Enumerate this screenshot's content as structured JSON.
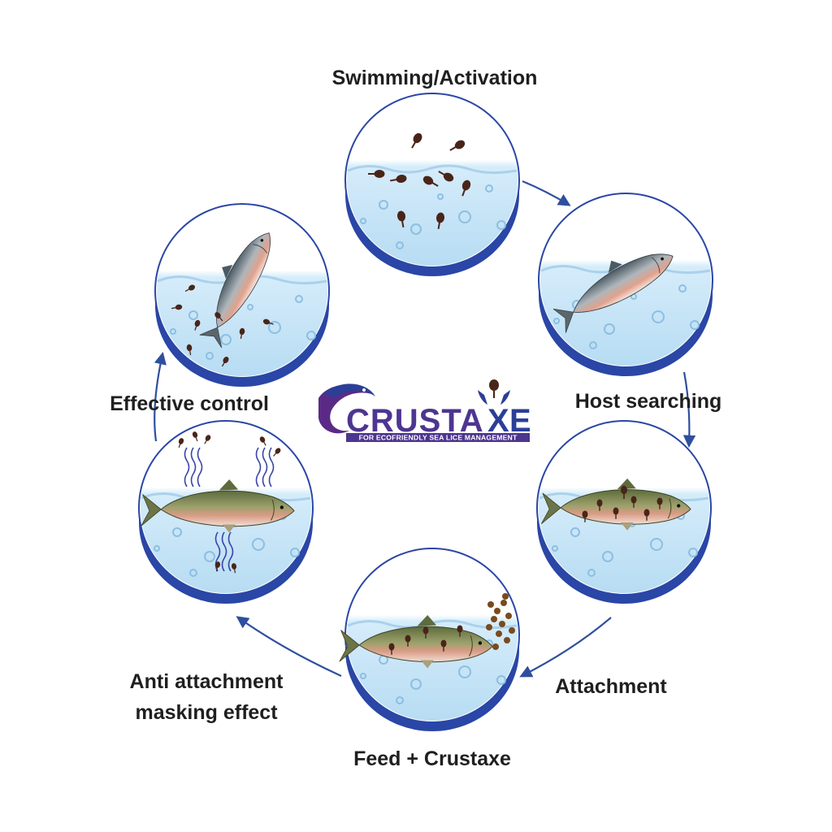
{
  "labels": {
    "swimming": "Swimming/Activation",
    "host_searching": "Host searching",
    "attachment": "Attachment",
    "feed": "Feed + Crustaxe",
    "anti_line1": "Anti attachment",
    "anti_line2": "masking effect",
    "effective": "Effective control"
  },
  "logo": {
    "word_left": "CRUSTA",
    "word_x": "X",
    "word_right": "E",
    "tagline": "FOR ECOFRIENDLY SEA LICE MANAGEMENT"
  },
  "colors": {
    "arrow": "#2f4f9e",
    "disc_rim": "#2a46a6",
    "water": "#cfe6f7",
    "logo_purple": "#5b2a86",
    "logo_blue": "#2b3f97",
    "lice": "#4a2418",
    "salmon_back": "#6e7a48"
  },
  "icons": [
    "water-disc-icon",
    "salmon-icon",
    "sea-lice-icon",
    "feed-pellets-icon",
    "fish-logo-icon",
    "axe-logo-icon",
    "cycle-arrow-icon"
  ]
}
